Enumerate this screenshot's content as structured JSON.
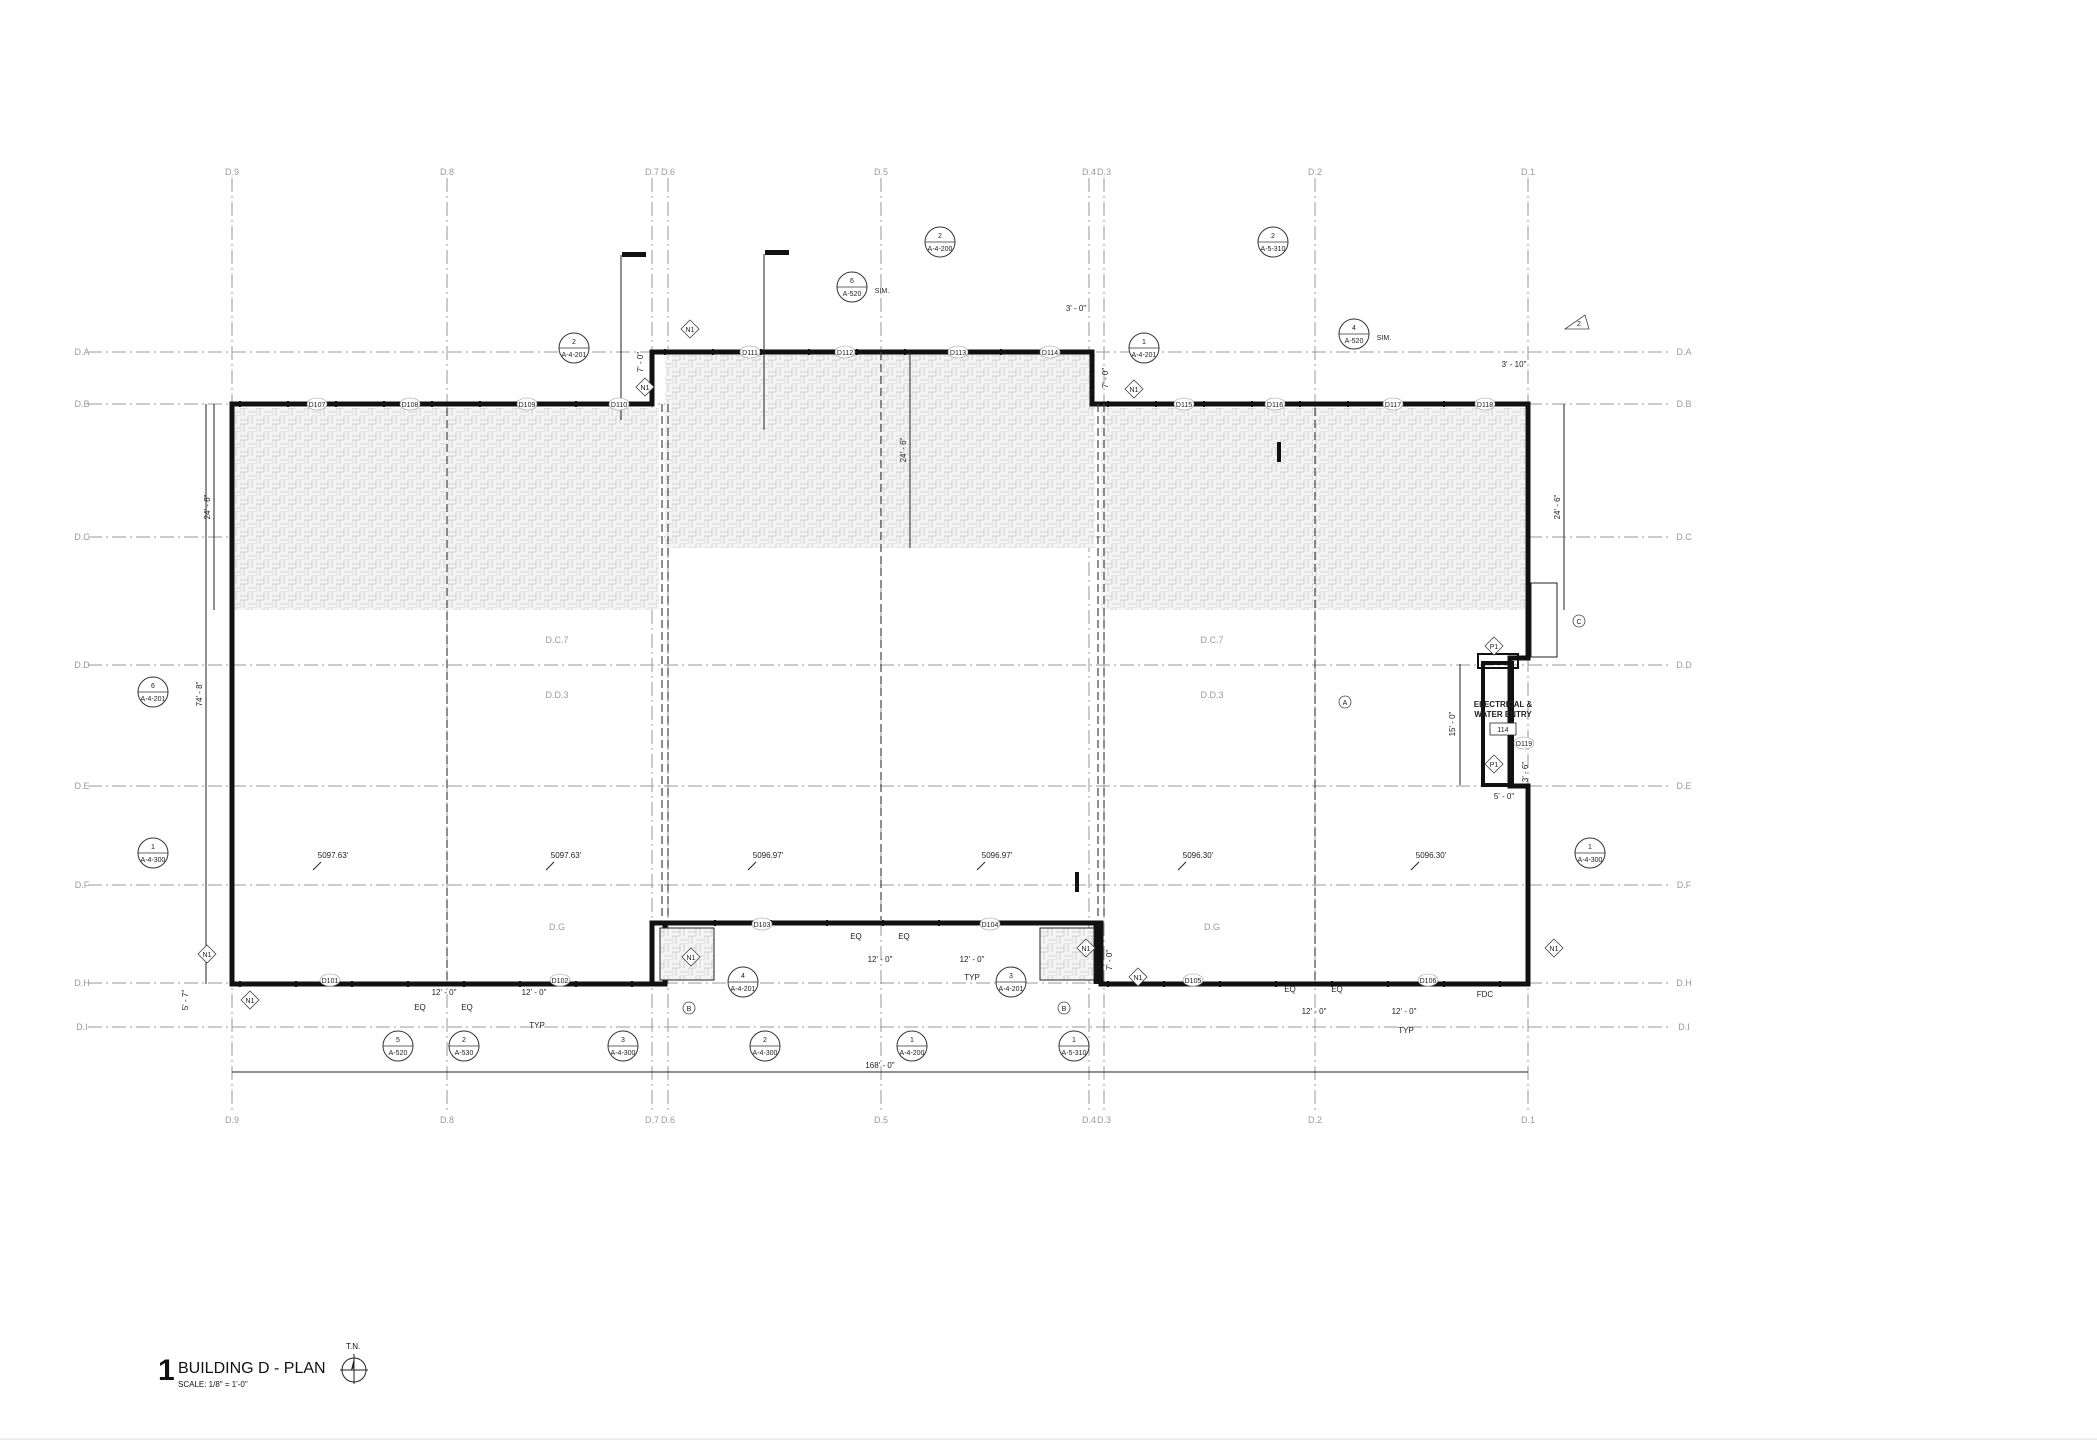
{
  "drawing": {
    "view_number": "1",
    "title": "BUILDING D - PLAN",
    "scale": "SCALE: 1/8\" = 1'-0\"",
    "north_label": "T.N."
  },
  "grid_columns": [
    "D.9",
    "D.8",
    "D.7",
    "D.6",
    "D.5",
    "D.4",
    "D.3",
    "D.2",
    "D.1"
  ],
  "grid_rows": [
    "D.A",
    "D.B",
    "D.C",
    "D.D",
    "D.E",
    "D.F",
    "D.H",
    "D.I"
  ],
  "interior_grid_labels": [
    "D.C.7",
    "D.D.3",
    "D.G",
    "D.C.7",
    "D.D.3",
    "D.G"
  ],
  "door_tags": [
    "D107",
    "D108",
    "D109",
    "D110",
    "D111",
    "D112",
    "D113",
    "D114",
    "D115",
    "D116",
    "D117",
    "D118",
    "D119",
    "D101",
    "D102",
    "D103",
    "D104",
    "D105",
    "D106"
  ],
  "note_tags": [
    "N1",
    "P1",
    "A",
    "B",
    "C",
    "2"
  ],
  "room": {
    "name": "ELECTRICAL & WATER ENTRY",
    "number": "114"
  },
  "elevations": [
    "5097.63'",
    "5097.63'",
    "5096.97'",
    "5096.97'",
    "5096.30'",
    "5096.30'"
  ],
  "dimensions": {
    "overall": "168' - 0\"",
    "depth_left": "24' - 6\"",
    "depth_right": "24' - 6\"",
    "depth_center": "24' - 6\"",
    "total_depth": "74' - 8\"",
    "bump_left": "7' - 0\"",
    "bump_right": "7' - 0\"",
    "bump_bottom": "7' - 0\"",
    "top_3_0": "3' - 0\"",
    "top_3_10": "3' - 10\"",
    "room_15_0": "15' - 0\"",
    "room_3_6": "3' - 6\"",
    "room_5_0": "5' - 0\"",
    "side_5_7": "5' - 7\"",
    "twelve": "12' - 0\"",
    "eq": "EQ",
    "typ": "TYP",
    "fdc": "FDC"
  },
  "section_callouts": [
    {
      "num": "2",
      "sheet": "A-4-201"
    },
    {
      "num": "2",
      "sheet": "A-4-200"
    },
    {
      "num": "1",
      "sheet": "A-4-201"
    },
    {
      "num": "2",
      "sheet": "A-5-310"
    },
    {
      "num": "6",
      "sheet": "A-520",
      "note": "SIM."
    },
    {
      "num": "4",
      "sheet": "A-520",
      "note": "SIM."
    },
    {
      "num": "6",
      "sheet": "A-4-201"
    },
    {
      "num": "1",
      "sheet": "A-4-300"
    },
    {
      "num": "1",
      "sheet": "A-4-300"
    },
    {
      "num": "4",
      "sheet": "A-4-201"
    },
    {
      "num": "3",
      "sheet": "A-4-201"
    },
    {
      "num": "5",
      "sheet": "A-520"
    },
    {
      "num": "2",
      "sheet": "A-530"
    },
    {
      "num": "3",
      "sheet": "A-4-300"
    },
    {
      "num": "2",
      "sheet": "A-4-300"
    },
    {
      "num": "1",
      "sheet": "A-4-200"
    },
    {
      "num": "1",
      "sheet": "A-5-310"
    }
  ]
}
